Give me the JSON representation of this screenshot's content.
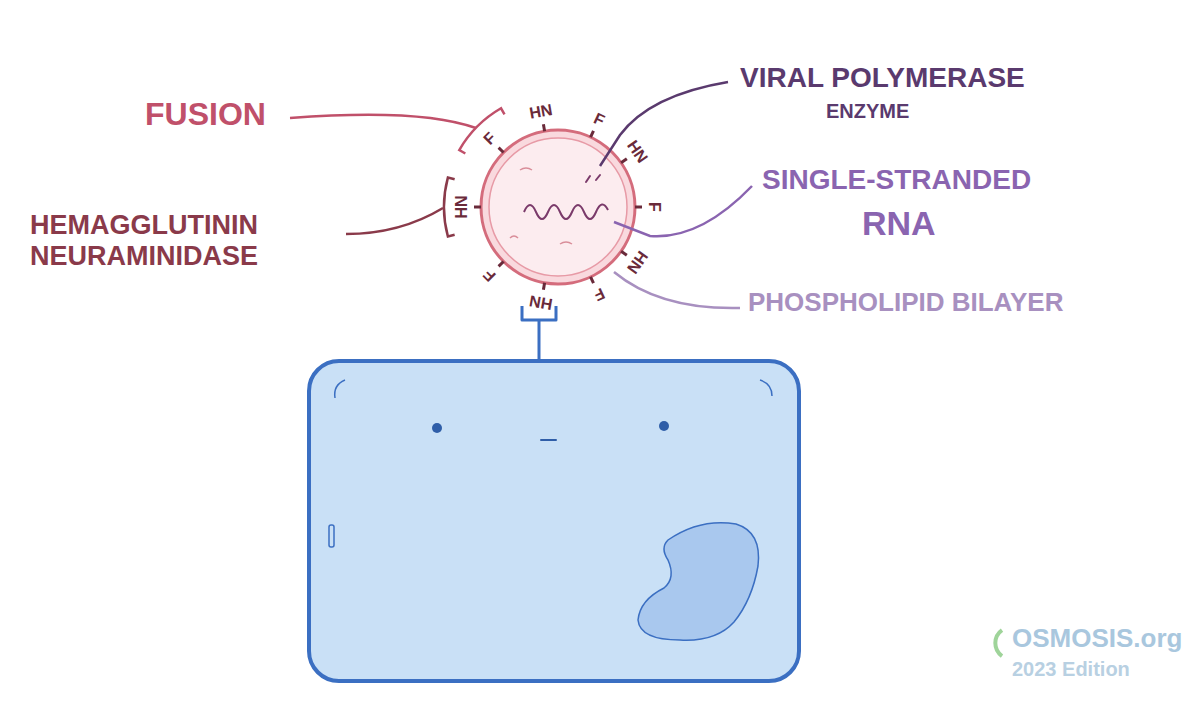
{
  "diagram": {
    "labels": [
      "FUSION",
      "VIRAL POLYMERASE",
      "ENZYME",
      "SINGLE-STRANDED",
      "RNA",
      "HEMAGGLUTININ NEURAMINIDASE",
      "PHOSPHOLIPID BILAYER",
      "F",
      "HN",
      "F",
      "HN",
      "F",
      "HN",
      "F",
      "HN",
      "F",
      "HN",
      "OSMOSIS.org",
      "2023 Edition"
    ]
  }
}
